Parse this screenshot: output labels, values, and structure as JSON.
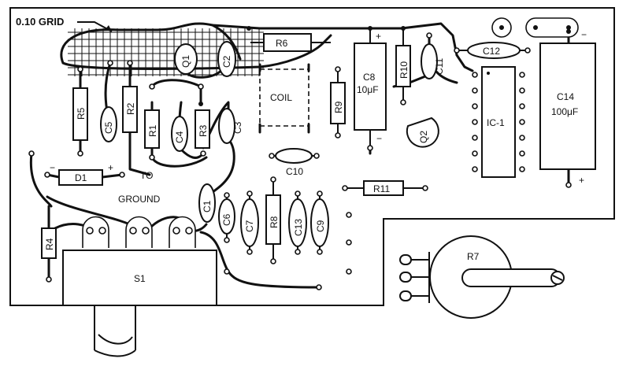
{
  "diagram": {
    "grid_label": "0.10 GRID",
    "ground_label_1": "TO",
    "ground_label_2": "GROUND",
    "components": {
      "r6": "R6",
      "r5": "R5",
      "r2": "R2",
      "r1": "R1",
      "r3": "R3",
      "r4": "R4",
      "r8": "R8",
      "r9": "R9",
      "r10": "R10",
      "r11": "R11",
      "r7": "R7",
      "q1": "Q1",
      "q2": "Q2",
      "c1": "C1",
      "c2": "C2",
      "c3": "C3",
      "c4": "C4",
      "c5": "C5",
      "c6": "C6",
      "c7": "C7",
      "c9": "C9",
      "c10": "C10",
      "c11": "C11",
      "c12": "C12",
      "c13": "C13",
      "c8_name": "C8",
      "c8_value": "10μF",
      "c14_name": "C14",
      "c14_value": "100μF",
      "d1": "D1",
      "ic1": "IC-1",
      "coil": "COIL",
      "s1": "S1"
    },
    "polarity": {
      "plus": "+",
      "minus": "−"
    }
  }
}
